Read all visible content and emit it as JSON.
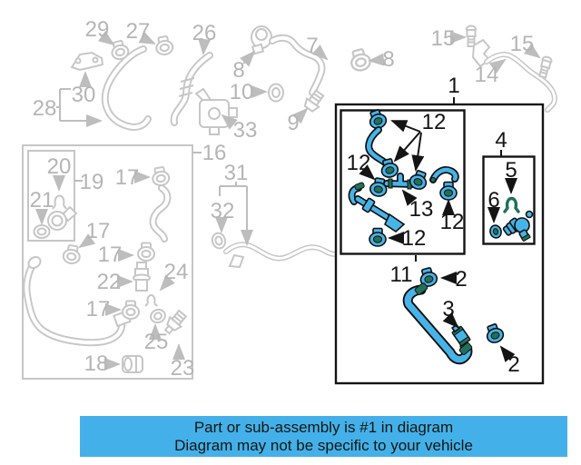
{
  "banner": {
    "line1": "Part or sub-assembly is #1 in diagram",
    "line2": "Diagram may not be specific to your vehicle"
  },
  "colors": {
    "highlight_fill": "#46b4e8",
    "highlight_accent": "#20705a",
    "outline_black": "#141414",
    "muted_gray_line": "#c6c6c6",
    "muted_gray_text": "#b5b5b5",
    "banner_background": "#44b0ea",
    "banner_text": "#101810",
    "page_background": "#ffffff"
  },
  "callouts": {
    "gray": {
      "g29": "29",
      "g27": "27",
      "g26": "26",
      "g8a": "8",
      "g30": "30",
      "g28": "28",
      "g10": "10",
      "g33": "33",
      "g16": "16",
      "g7": "7",
      "g8b": "8",
      "g9": "9",
      "g15a": "15",
      "g14": "14",
      "g15b": "15",
      "g20": "20",
      "g19": "19",
      "g21": "21",
      "g17a": "17",
      "g17b": "17",
      "g17c": "17",
      "g17d": "17",
      "g22": "22",
      "g24": "24",
      "g25": "25",
      "g23": "23",
      "g18": "18",
      "g31": "31",
      "g32": "32"
    },
    "black": {
      "n1": "1",
      "n4": "4",
      "n5": "5",
      "n6": "6",
      "n11": "11",
      "n13": "13",
      "n3": "3",
      "n12a": "12",
      "n12b": "12",
      "n12c": "12",
      "n12d": "12",
      "n2a": "2",
      "n2b": "2"
    }
  }
}
